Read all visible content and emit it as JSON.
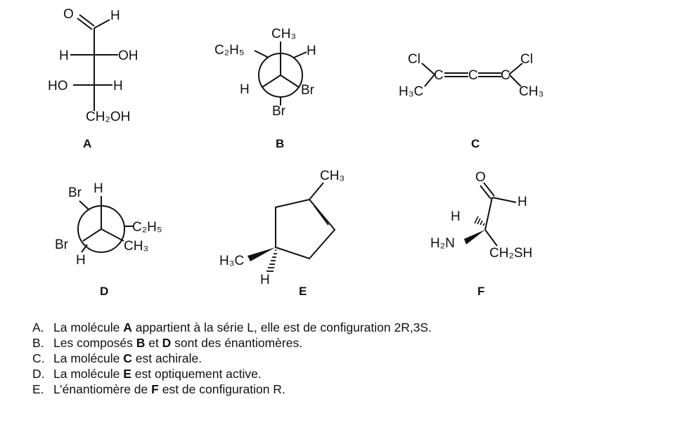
{
  "molecules": {
    "A": {
      "caption": "A",
      "labels": {
        "o": "O",
        "h_top": "H",
        "h_left": "H",
        "oh_right": "OH",
        "ho_left": "HO",
        "h_right": "H",
        "ch2oh": "CH₂OH"
      }
    },
    "B": {
      "caption": "B",
      "labels": {
        "ch3": "CH₃",
        "c2h5": "C₂H₅",
        "h_right": "H",
        "h_left": "H",
        "br_right": "Br",
        "br_bottom": "Br"
      }
    },
    "C": {
      "caption": "C",
      "labels": {
        "cl_left": "Cl",
        "cl_right": "Cl",
        "c1": "C",
        "c2": "C",
        "c3": "C",
        "h3c": "H₃C",
        "ch3": "CH₃"
      }
    },
    "D": {
      "caption": "D",
      "labels": {
        "br_top": "Br",
        "h_top": "H",
        "c2h5": "C₂H₅",
        "br_left": "Br",
        "ch3": "CH₃",
        "h_bottom": "H"
      }
    },
    "E": {
      "caption": "E",
      "labels": {
        "ch3": "CH₃",
        "h3c": "H₃C",
        "h": "H"
      }
    },
    "F": {
      "caption": "F",
      "labels": {
        "o": "O",
        "h_right": "H",
        "h_left": "H",
        "h2n": "H₂N",
        "ch2sh": "CH₂SH"
      }
    }
  },
  "statements": [
    {
      "letter": "A.",
      "pre": "La molécule ",
      "bold": "A",
      "post": " appartient à la série L, elle est de configuration 2R,3S."
    },
    {
      "letter": "B.",
      "pre": "Les composés ",
      "bold": "B",
      "mid": " et ",
      "bold2": "D",
      "post": " sont des énantiomères."
    },
    {
      "letter": "C.",
      "pre": "La molécule ",
      "bold": "C",
      "post": " est achirale."
    },
    {
      "letter": "D.",
      "pre": "La molécule ",
      "bold": "E",
      "post": " est optiquement active."
    },
    {
      "letter": "E.",
      "pre": "L’énantiomère de ",
      "bold": "F",
      "post": " est de configuration R."
    }
  ]
}
